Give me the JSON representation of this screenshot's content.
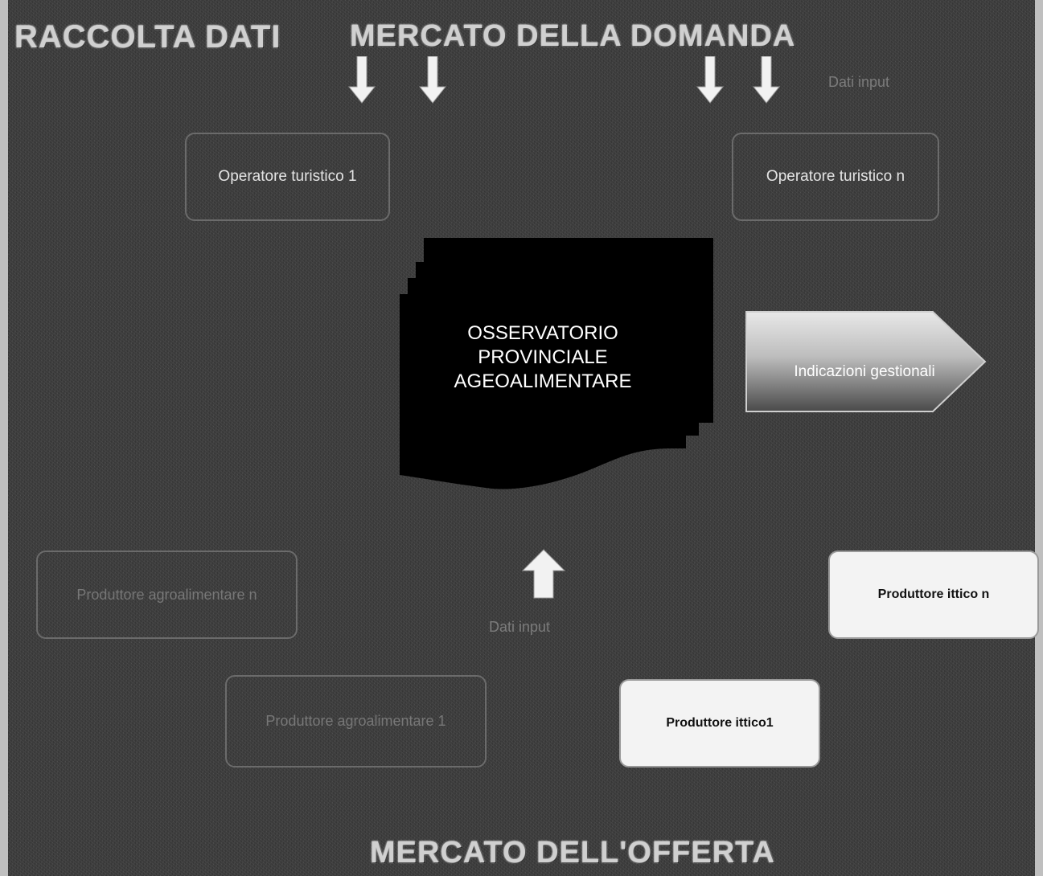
{
  "headings": {
    "top_left": "RACCOLTA DATI",
    "top_center": "MERCATO DELLA DOMANDA",
    "bottom": "MERCATO DELL'OFFERTA"
  },
  "labels": {
    "top_input": "Dati input",
    "bottom_input": "Dati input"
  },
  "boxes": {
    "operator_1": "Operatore turistico 1",
    "operator_n": "Operatore turistico n",
    "producer_agro_n": "Produttore agroalimentare n",
    "producer_agro_1": "Produttore agroalimentare 1",
    "producer_fish_n": "Produttore ittico n",
    "producer_fish_1": "Produttore ittico1"
  },
  "center": {
    "line1": "OSSERVATORIO",
    "line2": "PROVINCIALE",
    "line3": "AGEOALIMENTARE"
  },
  "output": {
    "label": "Indicazioni gestionali"
  },
  "colors": {
    "background": "#3d3d3d",
    "document_fill": "#000000",
    "white_box": "#f3f3f3"
  }
}
